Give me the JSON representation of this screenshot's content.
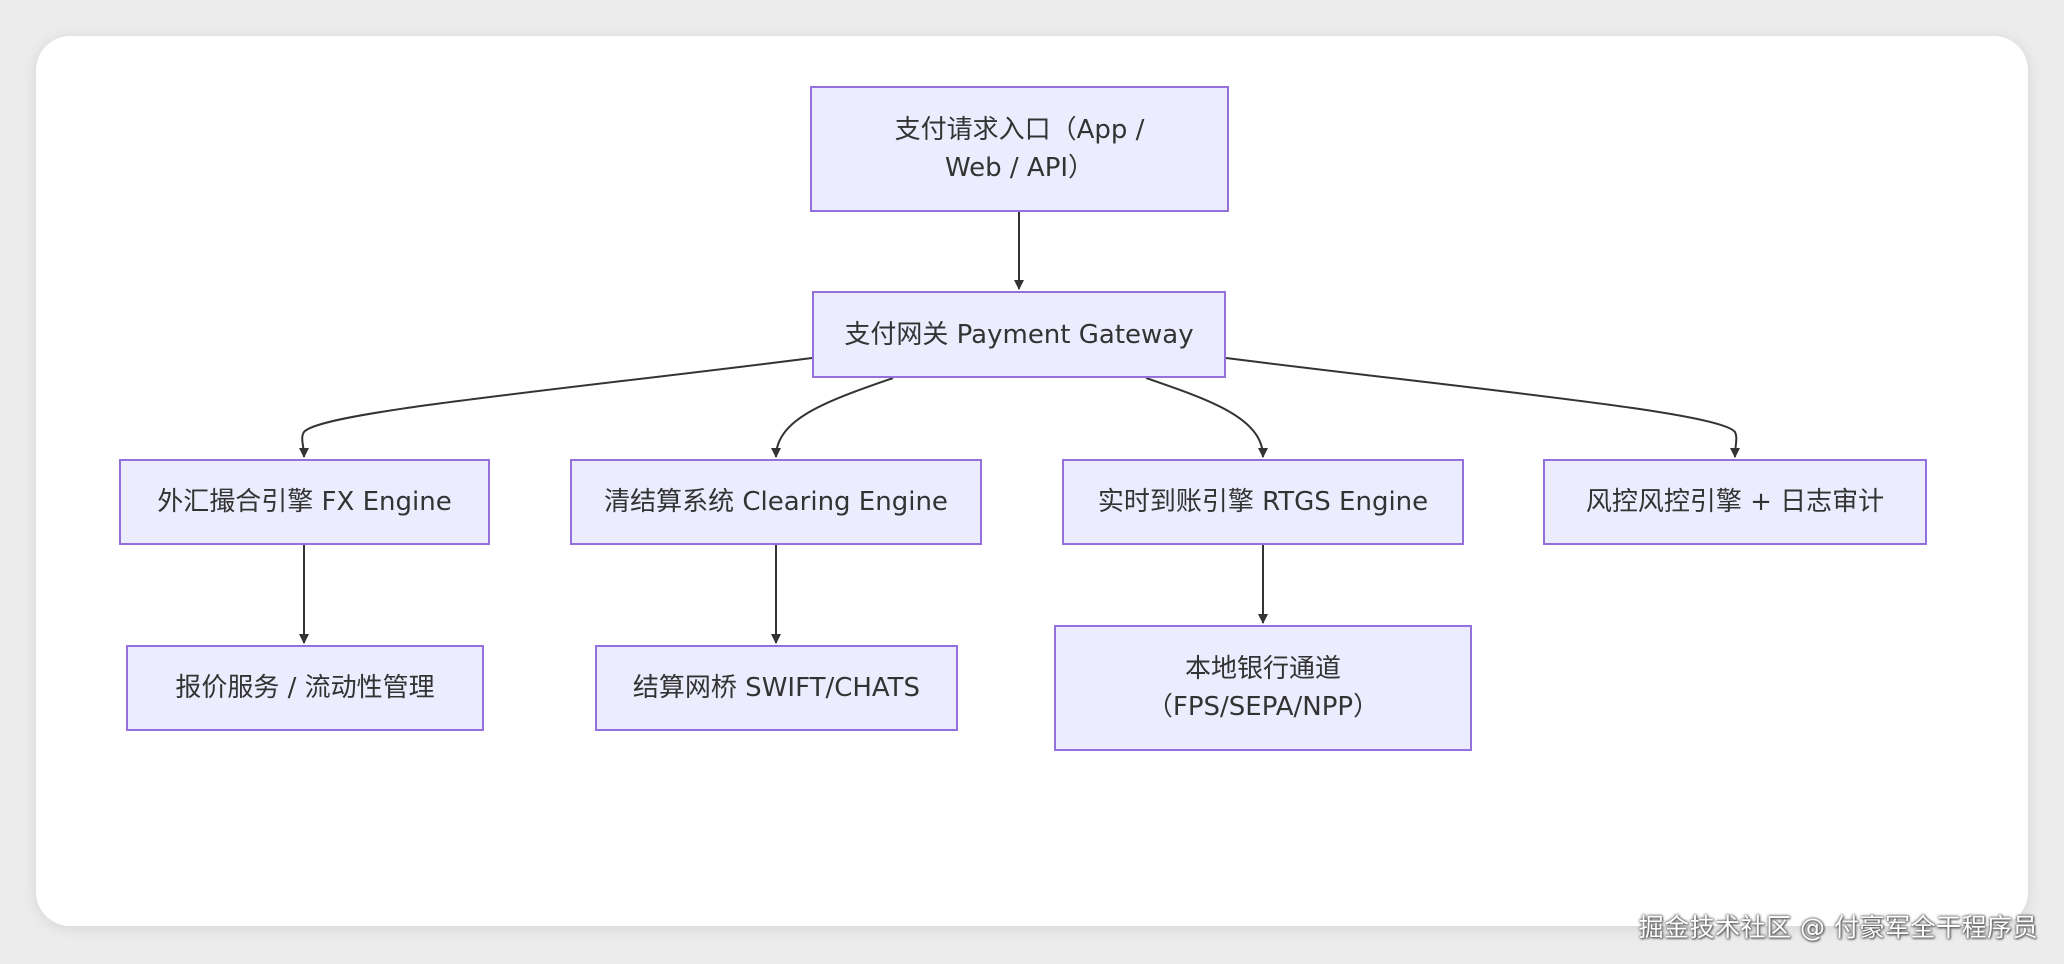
{
  "diagram": {
    "nodes": {
      "entry": "支付请求入口（App / Web / API）",
      "gateway": "支付网关 Payment Gateway",
      "fx": "外汇撮合引擎 FX Engine",
      "clearing": "清结算系统 Clearing Engine",
      "rtgs": "实时到账引擎 RTGS Engine",
      "risk": "风控风控引擎 + 日志审计",
      "quote": "报价服务 / 流动性管理",
      "bridge": "结算网桥 SWIFT/CHATS",
      "local": "本地银行通道（FPS/SEPA/NPP）"
    },
    "edges": [
      [
        "entry",
        "gateway"
      ],
      [
        "gateway",
        "fx"
      ],
      [
        "gateway",
        "clearing"
      ],
      [
        "gateway",
        "rtgs"
      ],
      [
        "gateway",
        "risk"
      ],
      [
        "fx",
        "quote"
      ],
      [
        "clearing",
        "bridge"
      ],
      [
        "rtgs",
        "local"
      ]
    ],
    "colors": {
      "node_fill": "#ececff",
      "node_border": "#9370db",
      "edge": "#333333",
      "text": "#333333"
    }
  },
  "watermark": "掘金技术社区 @ 付豪军全干程序员"
}
